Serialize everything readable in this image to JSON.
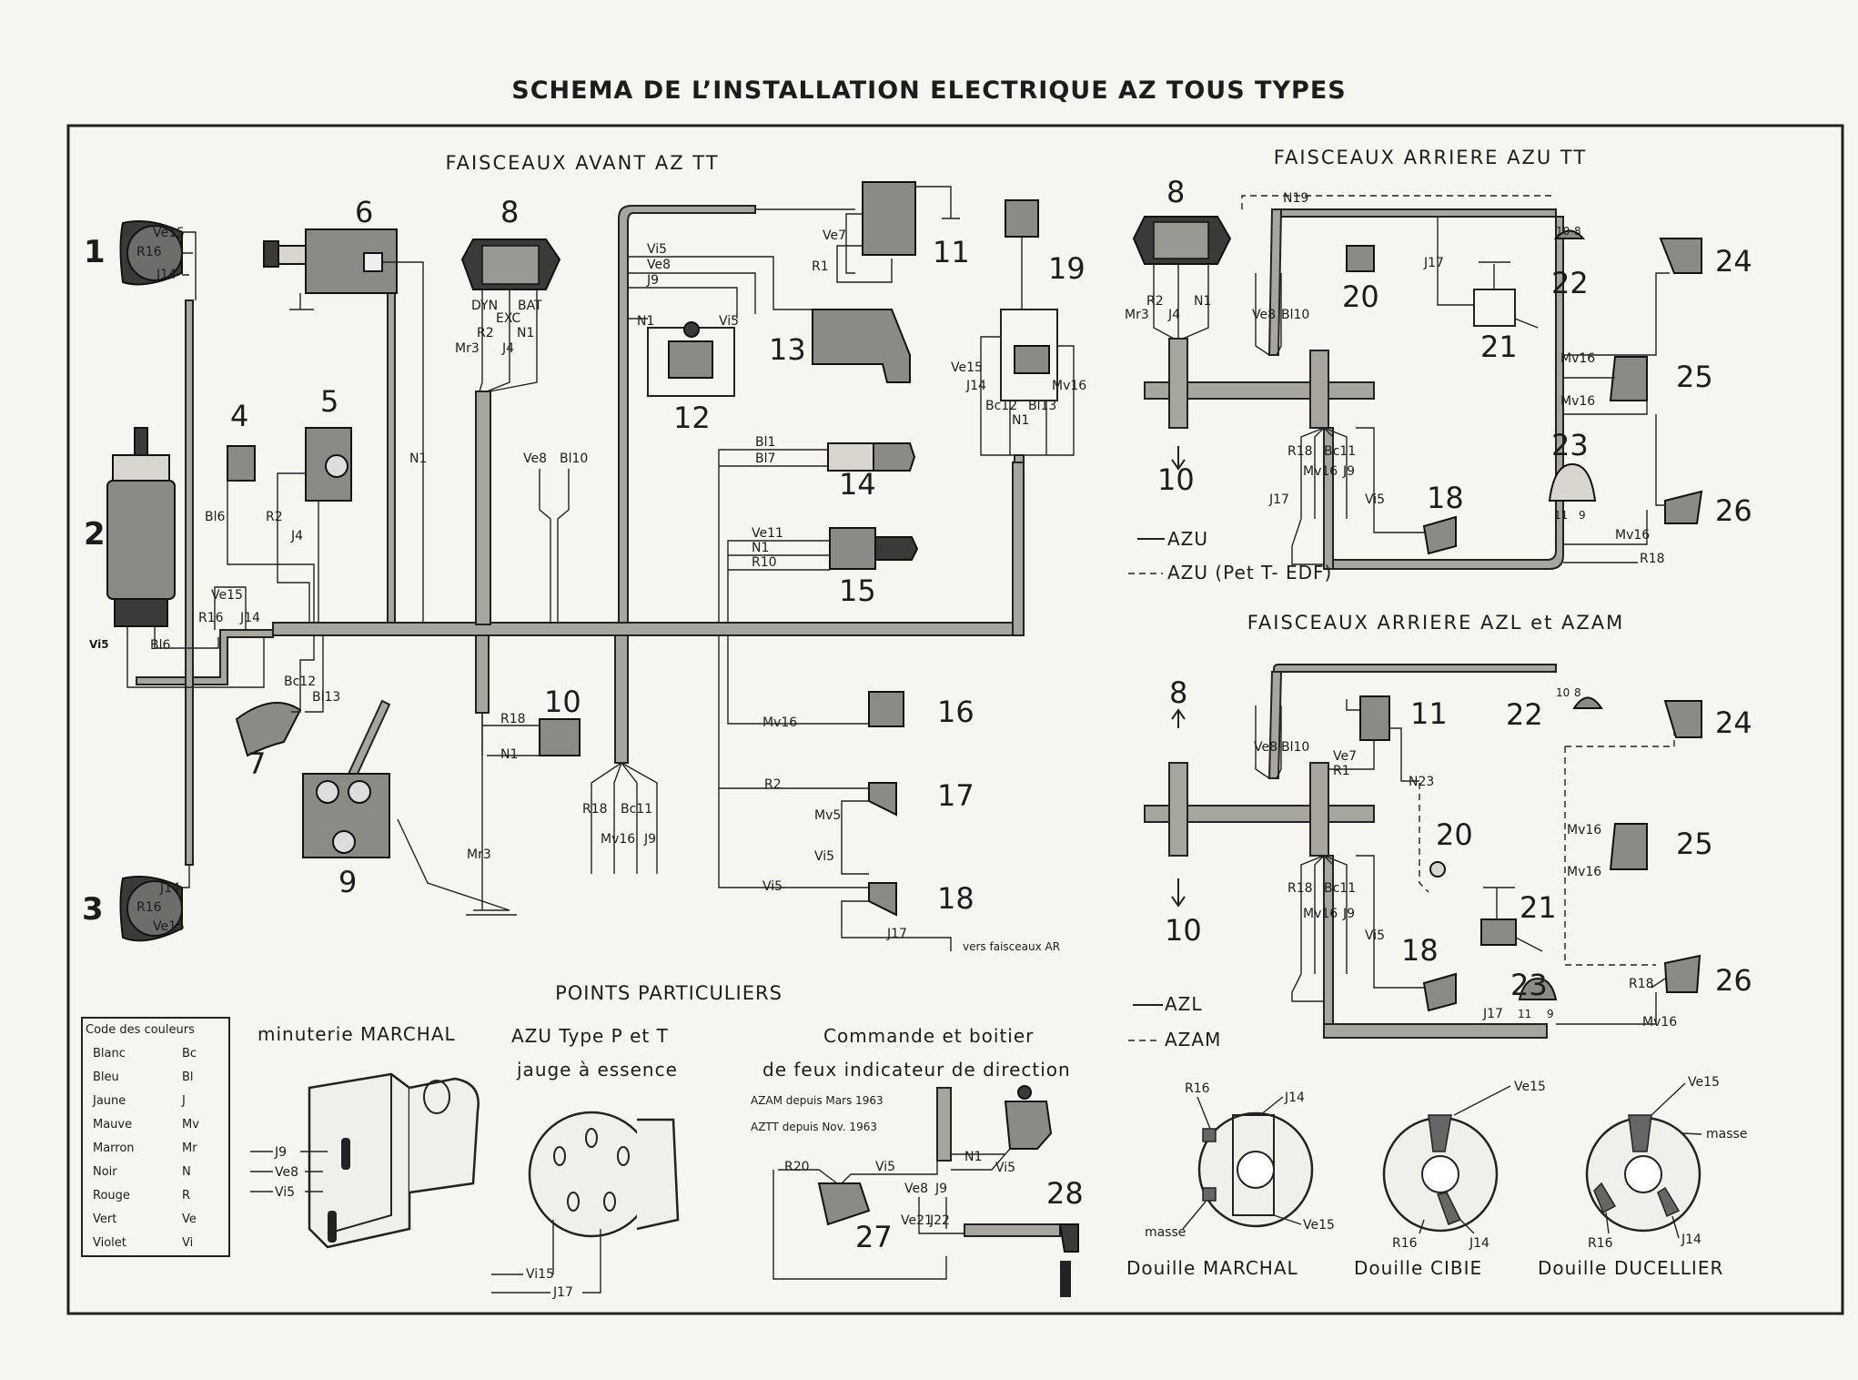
{
  "title": "SCHEMA DE L’INSTALLATION ELECTRIQUE AZ TOUS TYPES",
  "sections": {
    "front": "FAISCEAUX AVANT AZ TT",
    "rear_azu": "FAISCEAUX ARRIERE AZU TT",
    "rear_azl": "FAISCEAUX ARRIERE AZL et AZAM",
    "points": "POINTS PARTICULIERS"
  },
  "legend_rear_azu": {
    "solid": "AZU",
    "dashed": "AZU (Pet T- EDF)"
  },
  "legend_rear_azl": {
    "solid": "AZL",
    "dashed": "AZAM"
  },
  "front_numbers": [
    "1",
    "2",
    "3",
    "4",
    "5",
    "6",
    "7",
    "8",
    "9",
    "10",
    "11",
    "12",
    "13",
    "14",
    "15",
    "16",
    "17",
    "18",
    "19"
  ],
  "front_wires": {
    "w1a": "Ve15",
    "w1b": "R16",
    "w1c": "J14",
    "w3a": "J14",
    "w3b": "R16",
    "w3c": "Ve15",
    "w2a": "Vi5",
    "w2b": "Bl6",
    "w2c": "Ve15",
    "w2d": "R16",
    "w2e": "J14",
    "w4": "Bl6",
    "w5a": "R2",
    "w5b": "J4",
    "w6": "N1",
    "w7a": "Bc12",
    "w7b": "Bl13",
    "w8a": "DYN",
    "w8b": "BAT",
    "w8c": "EXC",
    "w8d": "R2",
    "w8e": "N1",
    "w8f": "Mr3",
    "w8g": "J4",
    "w9": "Mr3",
    "w10a": "R18",
    "w10b": "N1",
    "wc1": "Ve8",
    "wc2": "Bl10",
    "w11a": "Ve7",
    "w11b": "R1",
    "w12a": "Vi5",
    "w12b": "Ve8",
    "w12c": "J9",
    "w12d": "N1",
    "w12e": "Vi5",
    "w14a": "Bl1",
    "w14b": "Bl7",
    "w15a": "Ve11",
    "w15b": "N1",
    "w15c": "R10",
    "w16": "Mv16",
    "w17a": "R2",
    "w17b": "Mv5",
    "w17c": "Vi5",
    "w18a": "Vi5",
    "w18b": "J17",
    "w18c": "vers faisceaux AR",
    "w19a": "Ve15",
    "w19b": "J14",
    "w19c": "Bc12",
    "w19d": "Bl13",
    "w19e": "N1",
    "w19f": "Mv16",
    "wb1": "R18",
    "wb2": "Bc11",
    "wb3": "Mv16",
    "wb4": "J9"
  },
  "rear_azu_numbers": [
    "8",
    "10",
    "18",
    "20",
    "21",
    "22",
    "23",
    "24",
    "25",
    "26"
  ],
  "rear_azu_wires": {
    "a1": "N19",
    "a2": "R2",
    "a3": "N1",
    "a4": "Mr3",
    "a5": "J4",
    "a6": "Ve8",
    "a7": "Bl10",
    "a8": "J17",
    "a9": "10",
    "a10": "8",
    "a11": "Mv16",
    "a12": "Mv16",
    "a13": "R18",
    "a14": "Bc11",
    "a15": "Mv16",
    "a16": "J9",
    "a17": "J17",
    "a18": "Vi5",
    "a19": "11",
    "a20": "9",
    "a21": "Mv16",
    "a22": "R18"
  },
  "rear_azl_numbers": [
    "8",
    "10",
    "11",
    "18",
    "20",
    "21",
    "22",
    "23",
    "24",
    "25",
    "26"
  ],
  "rear_azl_wires": {
    "b1": "Ve8",
    "b2": "Bl10",
    "b3": "Ve7",
    "b4": "R1",
    "b5": "N23",
    "b6": "10",
    "b7": "8",
    "b8": "Mv16",
    "b9": "Mv16",
    "b10": "R18",
    "b11": "Bc11",
    "b12": "Mv16",
    "b13": "J9",
    "b14": "Vi5",
    "b15": "J17",
    "b16": "11",
    "b17": "9",
    "b18": "R18",
    "b19": "Mv16"
  },
  "color_code": {
    "title": "Code des couleurs",
    "rows": [
      {
        "name": "Blanc",
        "code": "Bc"
      },
      {
        "name": "Bleu",
        "code": "Bl"
      },
      {
        "name": "Jaune",
        "code": "J"
      },
      {
        "name": "Mauve",
        "code": "Mv"
      },
      {
        "name": "Marron",
        "code": "Mr"
      },
      {
        "name": "Noir",
        "code": "N"
      },
      {
        "name": "Rouge",
        "code": "R"
      },
      {
        "name": "Vert",
        "code": "Ve"
      },
      {
        "name": "Violet",
        "code": "Vi"
      }
    ]
  },
  "minuterie": {
    "title": "minuterie MARCHAL",
    "w1": "J9",
    "w2": "Ve8",
    "w3": "Vi5"
  },
  "azu_gauge": {
    "title1": "AZU Type P et T",
    "title2": "jauge à essence",
    "w1": "Vi15",
    "w2": "J17"
  },
  "indicator": {
    "title1": "Commande et boitier",
    "title2": "de feux indicateur de direction",
    "note1": "AZAM depuis Mars 1963",
    "note2": "AZTT depuis Nov. 1963",
    "w1": "R20",
    "w2": "Vi5",
    "w3": "N1",
    "w4": "Vi5",
    "w5": "Ve8",
    "w6": "J9",
    "w7": "Ve21",
    "w8": "J22",
    "n27": "27",
    "n28": "28"
  },
  "sockets": {
    "marchal": {
      "label1": "Douille",
      "label2": "MARCHAL",
      "w1": "R16",
      "w2": "J14",
      "w3": "masse",
      "w4": "Ve15"
    },
    "cibie": {
      "label1": "Douille",
      "label2": "CIBIE",
      "w1": "Ve15",
      "w2": "R16",
      "w3": "J14"
    },
    "ducellier": {
      "label1": "Douille",
      "label2": "DUCELLIER",
      "w1": "Ve15",
      "w2": "masse",
      "w3": "R16",
      "w4": "J14"
    }
  }
}
